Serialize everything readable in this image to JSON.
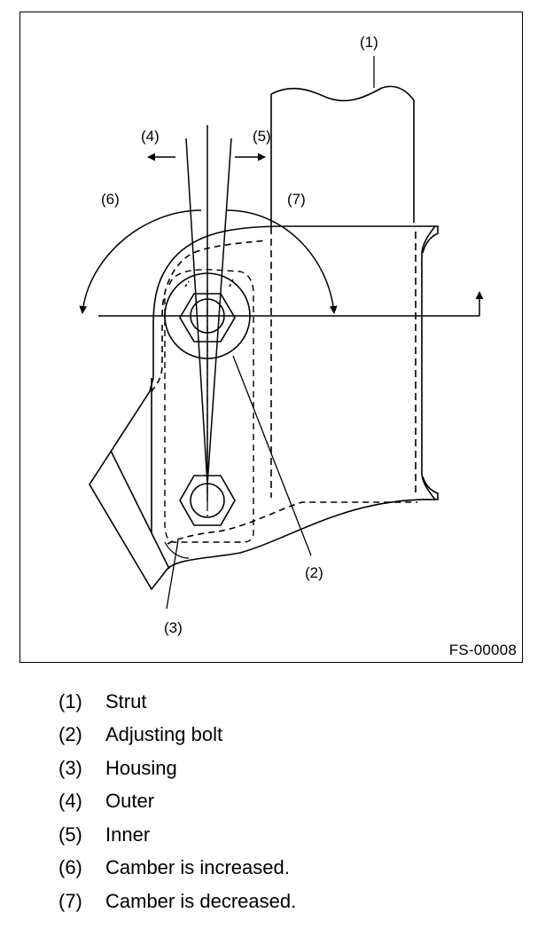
{
  "figure": {
    "code": "FS-00008",
    "callouts": [
      "(1)",
      "(2)",
      "(3)",
      "(4)",
      "(5)",
      "(6)",
      "(7)"
    ]
  },
  "legend": [
    {
      "num": "(1)",
      "label": "Strut"
    },
    {
      "num": "(2)",
      "label": "Adjusting bolt"
    },
    {
      "num": "(3)",
      "label": "Housing"
    },
    {
      "num": "(4)",
      "label": "Outer"
    },
    {
      "num": "(5)",
      "label": "Inner"
    },
    {
      "num": "(6)",
      "label": "Camber is increased."
    },
    {
      "num": "(7)",
      "label": "Camber is decreased."
    }
  ]
}
